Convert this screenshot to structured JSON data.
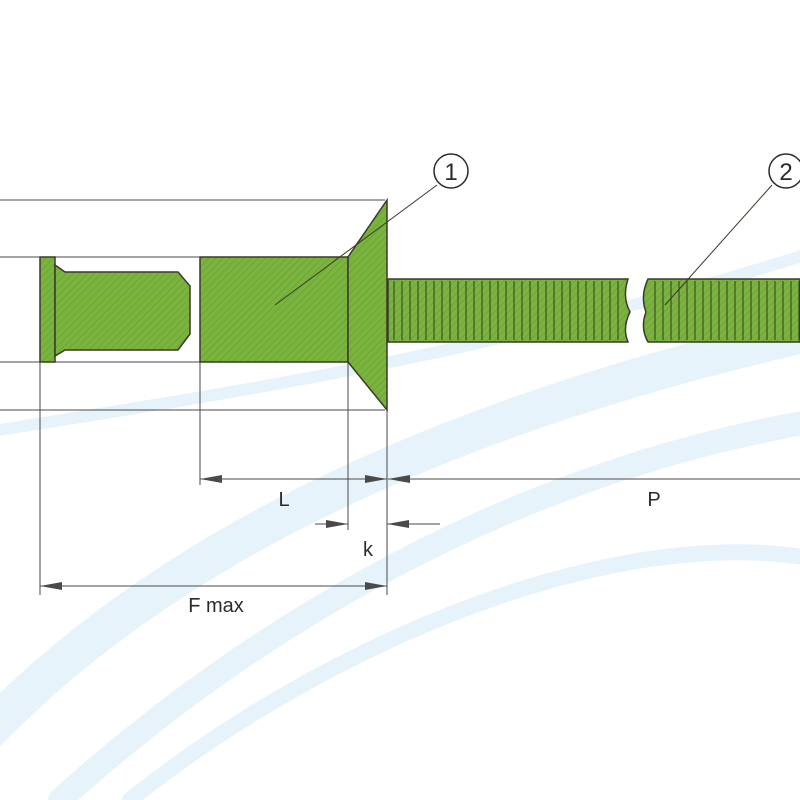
{
  "diagram": {
    "callouts": [
      {
        "number": "1"
      },
      {
        "number": "2"
      }
    ],
    "dimensions": {
      "L": "L",
      "k": "k",
      "P": "P",
      "F_max": "F max"
    }
  },
  "colors": {
    "fill_green": "#7ab33e",
    "outline": "#3a3a2a",
    "dim_line": "#4a4a4a",
    "background_swoosh": "#e6f3fa"
  }
}
